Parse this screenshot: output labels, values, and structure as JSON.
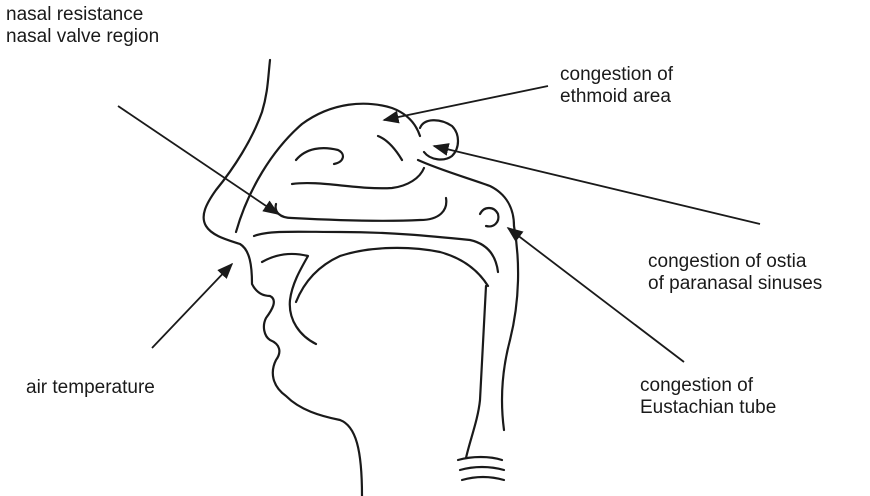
{
  "labels": {
    "nasal_resistance": [
      "nasal resistance",
      "nasal valve region"
    ],
    "ethmoid": [
      "congestion of",
      "ethmoid area"
    ],
    "ostia": [
      "congestion of ostia",
      "of paranasal sinuses"
    ],
    "air_temperature": [
      "air temperature"
    ],
    "eustachian": [
      "congestion of",
      "Eustachian tube"
    ]
  },
  "colors": {
    "ink": "#1a1a1a",
    "background": "#ffffff"
  }
}
